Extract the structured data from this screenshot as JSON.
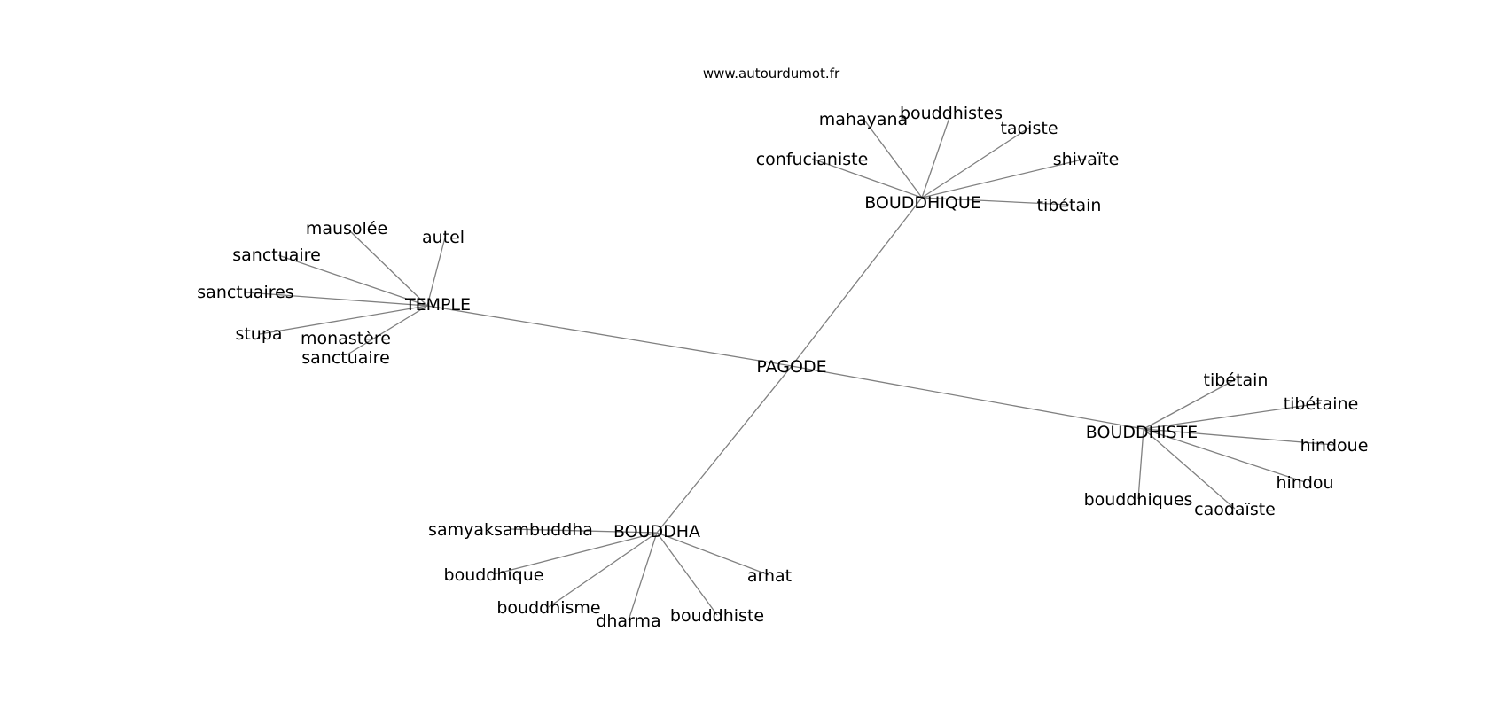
{
  "source": "www.autourdumot.fr",
  "center": "PAGODE",
  "branches": [
    {
      "label": "TEMPLE",
      "leaves": [
        "mausolée",
        "autel",
        "sanctuaire",
        "sanctuaires",
        "stupa",
        [
          "monastère",
          "sanctuaire"
        ]
      ]
    },
    {
      "label": "BOUDDHIQUE",
      "leaves": [
        "mahayana",
        "bouddhistes",
        "taoiste",
        "confucianiste",
        "shivaïte",
        "tibétain"
      ]
    },
    {
      "label": "BOUDDHISTE",
      "leaves": [
        "tibétain",
        "tibétaine",
        "hindoue",
        "hindou",
        "bouddhiques",
        "caodaïste"
      ]
    },
    {
      "label": "BOUDDHA",
      "leaves": [
        "samyaksambuddha",
        "bouddhique",
        "bouddhisme",
        "dharma",
        "bouddhiste",
        "arhat"
      ]
    }
  ]
}
